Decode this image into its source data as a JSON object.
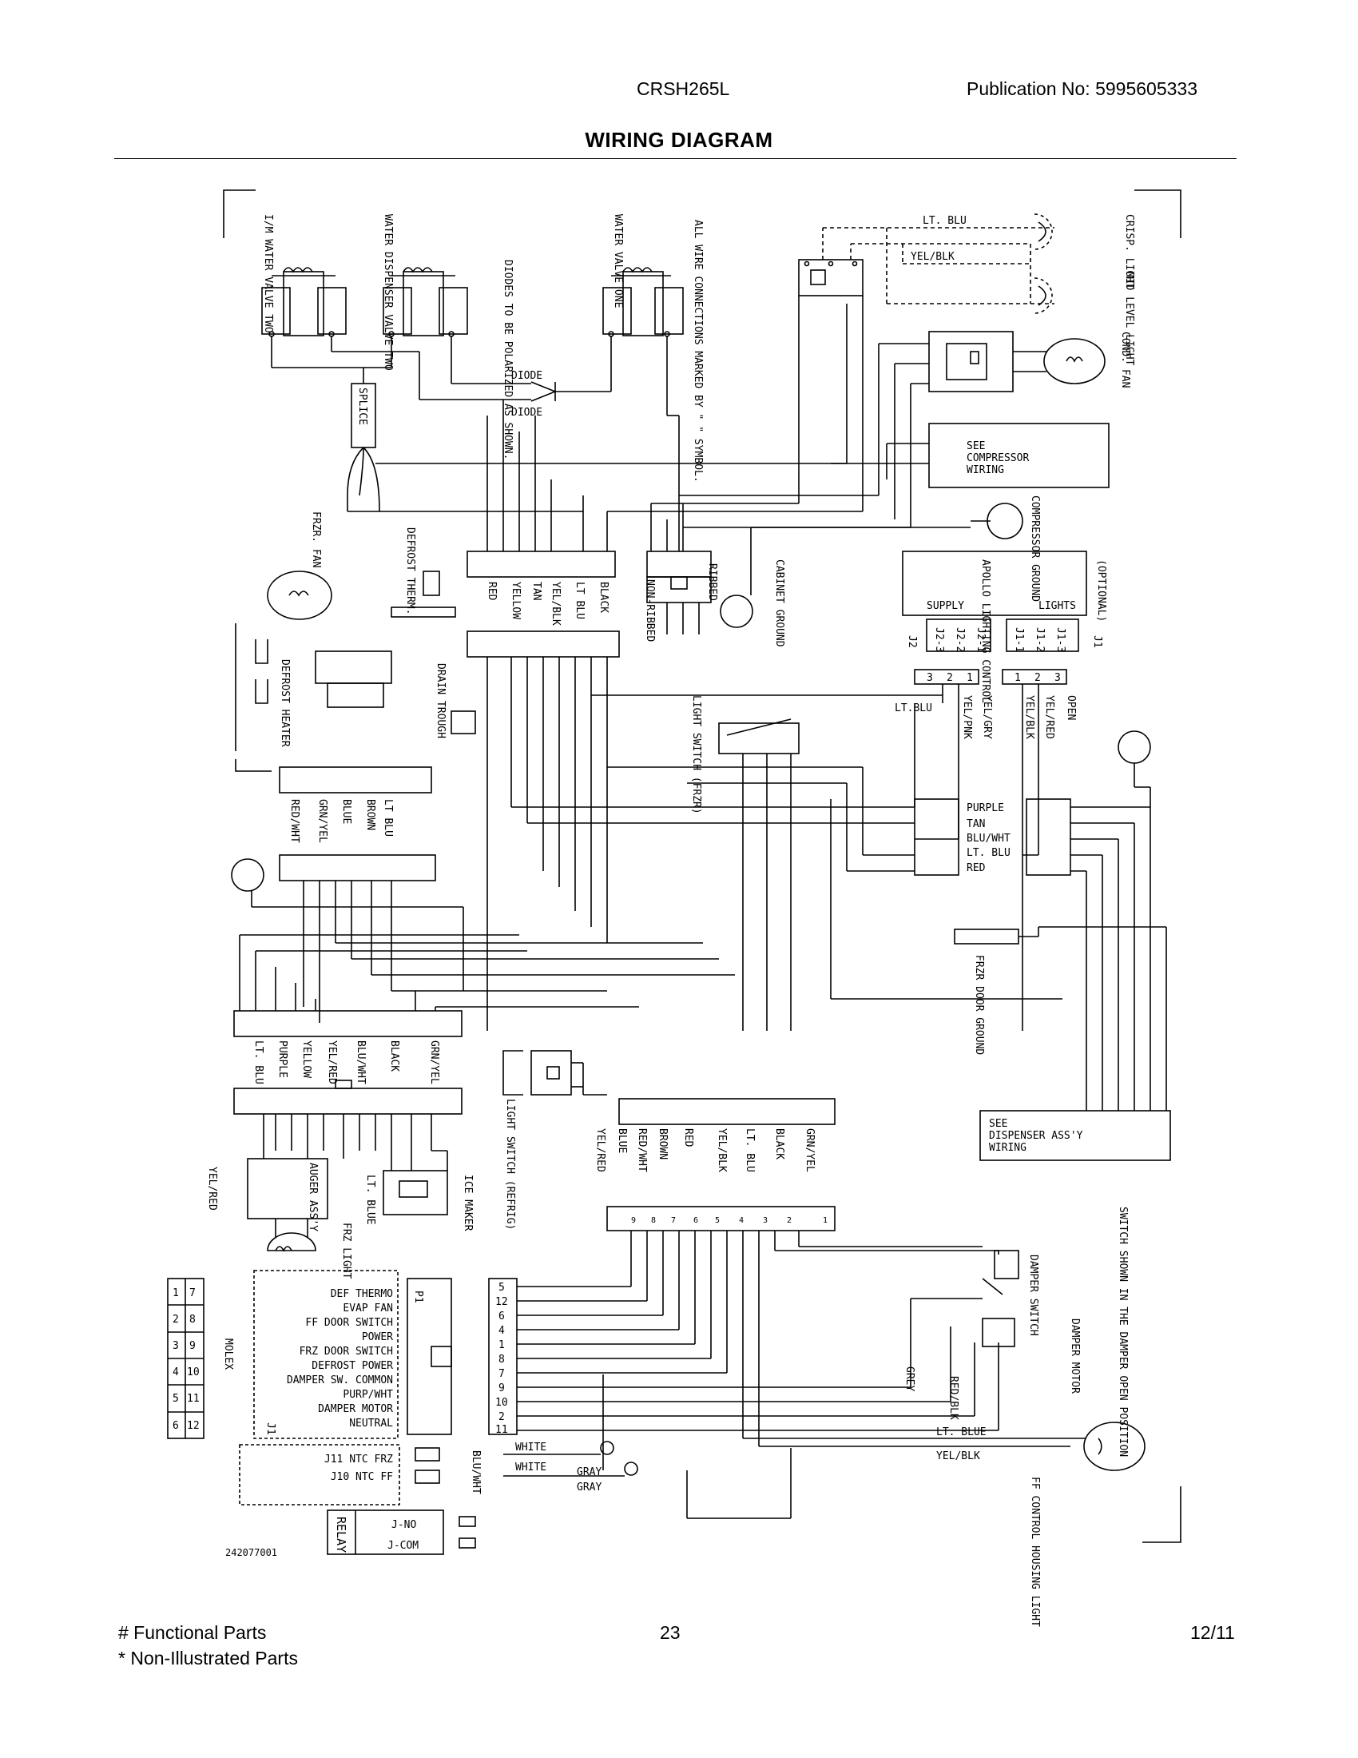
{
  "header": {
    "model": "CRSH265L",
    "publication": "Publication No:  5995605333",
    "title": "WIRING DIAGRAM"
  },
  "footer": {
    "functional": "# Functional Parts",
    "non_illustrated": "* Non-Illustrated Parts",
    "page": "23",
    "date": "12/11"
  },
  "labels": {
    "im_valve": "I/M WATER VALVE TWO",
    "disp_valve": "WATER DISPENSER VALVE TWO",
    "diodes_note": "DIODES TO BE POLARIZED AS SHOWN.",
    "water_valve_one": "WATER VALVE ONE",
    "wire_note": "ALL WIRE CONNECTIONS MARKED BY \" \" SYMBOL.",
    "crisp_light": "CRISP. LIGHT",
    "mid_light": "MID LEVEL LIGHT",
    "cond_fan": "COND. FAN",
    "lt_blu": "LT. BLU",
    "yel_blk": "YEL/BLK",
    "diode": "DIODE",
    "splice": "SPLICE",
    "see_comp": [
      "SEE",
      "COMPRESSOR",
      "WIRING"
    ],
    "comp_ground": "COMPRESSOR GROUND",
    "frzr_fan": "FRZR. FAN",
    "defrost_therm": "DEFROST THERM.",
    "defrost_heater": "DEFROST HEATER",
    "drain_trough": "DRAIN TROUGH",
    "cabinet_ground": "CABINET GROUND",
    "ribbed": "RIBBED",
    "non_ribbed": "NON-RIBBED",
    "apollo": "APOLLO LIGHTING CONTROL",
    "optional": "(OPTIONAL)",
    "supply": "SUPPLY",
    "lights": "LIGHTS",
    "j2": "J2",
    "j1": "J1",
    "j2_pins": [
      "J2-3",
      "J2-2",
      "J2-1"
    ],
    "j1_pins": [
      "J1-1",
      "J1-2",
      "J1-3"
    ],
    "conn_nums": [
      "3",
      "2",
      "1"
    ],
    "conn_nums2": [
      "1",
      "2",
      "3"
    ],
    "lt_blu2": "LT.BLU",
    "rear_wires": [
      "YEL/PNK",
      "YEL/GRY",
      "YEL/BLK",
      "YEL/RED",
      "OPEN"
    ],
    "light_switch_frzr": "LIGHT SWITCH (FRZR)",
    "block1_wires": [
      "RED",
      "YELLOW",
      "TAN",
      "YEL/BLK",
      "LT BLU",
      "BLACK"
    ],
    "block2_wires": [
      "LT BLU",
      "BROWN",
      "BLUE",
      "GRN/YEL",
      "RED/WHT"
    ],
    "disp_conn": [
      "PURPLE",
      "TAN",
      "BLU/WHT",
      "LT. BLU",
      "RED"
    ],
    "frzr_door_gnd": "FRZR DOOR GROUND",
    "block3_wires": [
      "LT. BLU",
      "PURPLE",
      "YELLOW",
      "YEL/RED",
      "BLU/WHT",
      "BLACK",
      "GRN/YEL"
    ],
    "light_switch_refrig": "LIGHT SWITCH (REFRIG)",
    "see_disp": [
      "SEE",
      "DISPENSER ASS'Y",
      "WIRING"
    ],
    "block4_wires": [
      "YEL/RED",
      "BLUE",
      "RED/WHT",
      "BROWN",
      "RED",
      "YEL/BLK",
      "LT. BLU",
      "BLACK",
      "GRN/YEL"
    ],
    "auger": "AUGER ASS'Y",
    "lt_blue": "LT. BLUE",
    "ice_maker": "ICE MAKER",
    "yel_red": "YEL/RED",
    "frz_light": "FRZ LIGHT",
    "molex": "MOLEX",
    "molex_grid": [
      [
        "7",
        "8",
        "9",
        "10",
        "11",
        "12"
      ],
      [
        "1",
        "2",
        "3",
        "4",
        "5",
        "6"
      ]
    ],
    "j1_list": [
      "DEF THERMO",
      "EVAP FAN",
      "FF DOOR SWITCH",
      "POWER",
      "FRZ DOOR SWITCH",
      "DEFROST POWER",
      "DAMPER SW. COMMON",
      "PURP/WHT",
      "DAMPER MOTOR",
      "NEUTRAL"
    ],
    "p1": "P1",
    "j1_tag": "J1",
    "pin_nums": [
      "5",
      "12",
      "6",
      "4",
      "1",
      "8",
      "7",
      "9",
      "10",
      "2",
      "11"
    ],
    "j11": "J11 NTC FRZ",
    "j10": "J10 NTC FF",
    "blu_wht": "BLU/WHT",
    "white1": "WHITE",
    "white2": "WHITE",
    "gray1": "GRAY",
    "gray2": "GRAY",
    "relay": "RELAY",
    "j_no": "J-NO",
    "j_com": "J-COM",
    "part_no": "242077001",
    "damper_switch": "DAMPER SWITCH",
    "damper_motor": "DAMPER MOTOR",
    "grey": "GREY",
    "red_blk": "RED/BLK",
    "lt_blue2": "LT. BLUE",
    "yel_blk2": "YEL/BLK",
    "ff_control": "FF CONTROL HOUSING LIGHT",
    "switch_note": "SWITCH SHOWN IN THE DAMPER OPEN POSITION",
    "bottom_conn": [
      "9",
      "8",
      "7",
      "6",
      "5",
      "4",
      "3",
      "2",
      "1"
    ]
  }
}
